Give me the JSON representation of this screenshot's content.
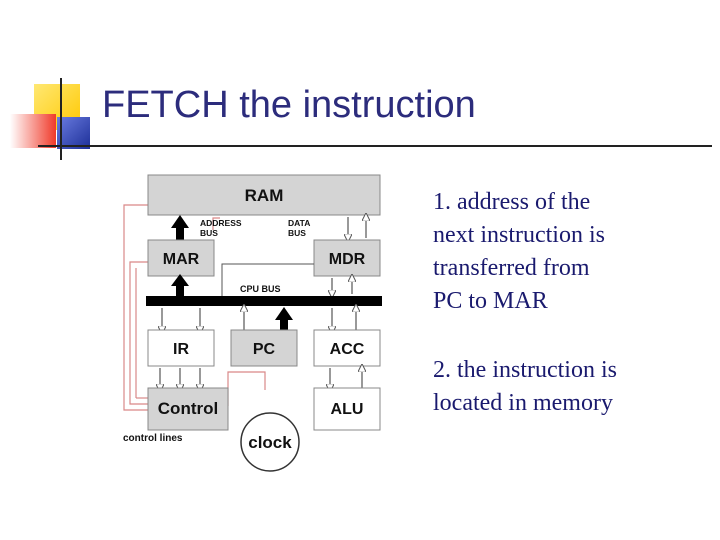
{
  "slide": {
    "title": "FETCH the instruction",
    "steps": [
      {
        "lines": [
          "1.  address of the",
          "next instruction is",
          "transferred from",
          "PC to MAR"
        ]
      },
      {
        "lines": [
          "2.  the instruction is",
          "located in memory"
        ]
      }
    ]
  },
  "diagram": {
    "ram": "RAM",
    "address_bus_line1": "ADDRESS",
    "address_bus_line2": "BUS",
    "data_bus_line1": "DATA",
    "data_bus_line2": "BUS",
    "mar": "MAR",
    "mdr": "MDR",
    "cpu_bus": "CPU BUS",
    "ir": "IR",
    "pc": "PC",
    "acc": "ACC",
    "control": "Control",
    "alu": "ALU",
    "control_lines": "control lines",
    "clock": "clock"
  },
  "colors": {
    "title": "#2c2c7c",
    "text": "#1a1a6e",
    "box_fill": "#d4d4d4",
    "control_line": "#d98888",
    "accent_yellow": "#ffd21a",
    "accent_red": "#f04030",
    "accent_blue": "#2a3fa8"
  }
}
